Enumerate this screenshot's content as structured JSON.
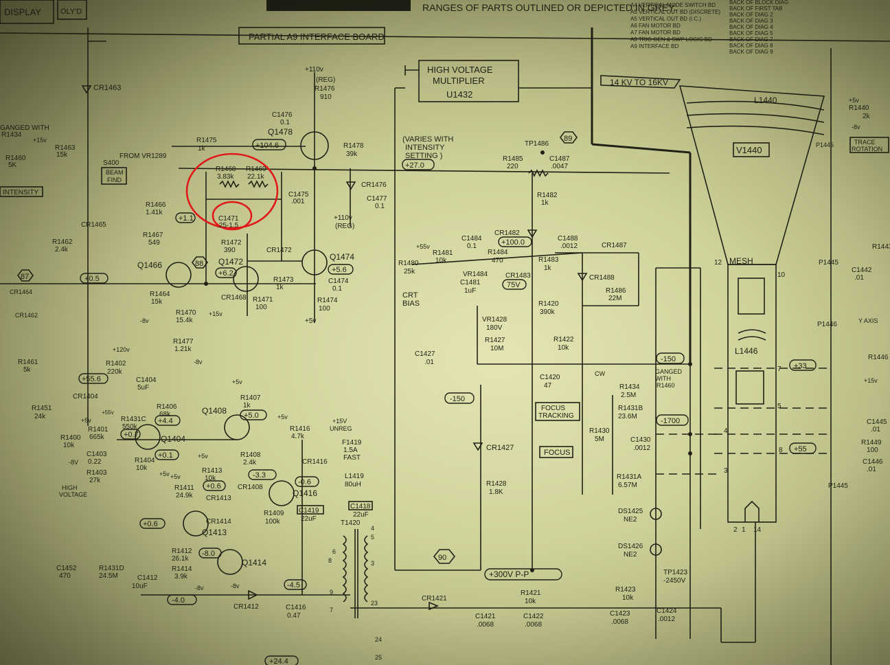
{
  "header": {
    "display": "DISPLAY",
    "olyd": "OLY'D",
    "note": "RANGES OF PARTS OUTLINED OR DEPICTED IN GREY.",
    "board_title": "PARTIAL A9 INTERFACE BOARD",
    "board_list": [
      "A4 VERTICAL MODE SWITCH BD",
      "A5 VERTICAL OUT BD (DISCRETE)",
      "A5 VERTICAL OUT BD (I.C.)",
      "A6 FAN MOTOR BD",
      "A7 FAN MOTOR BD",
      "A8 TRIG GEN & SWP LOGIC BD",
      "A9 INTERFACE BD"
    ],
    "back_list": [
      "BACK OF BLOCK DIAG",
      "BACK OF FIRST TAB",
      "BACK OF DIAG 2",
      "BACK OF DIAG 3",
      "BACK OF DIAG 4",
      "BACK OF DIAG 5",
      "BACK OF DIAG 7",
      "BACK OF DIAG 8",
      "BACK OF DIAG 9"
    ]
  },
  "hv": {
    "title_l1": "HIGH VOLTAGE",
    "title_l2": "MULTIPLIER",
    "ref": "U1432",
    "range": "14 KV TO 16KV"
  },
  "labels": {
    "cr1463": "CR1463",
    "ganged_l1": "GANGED WITH",
    "ganged_l2": "R1434",
    "r1460": "R1460",
    "r1460_val": "5K",
    "r1463": "R1463",
    "r1463_val": "15k",
    "v_15": "+15v",
    "intensity": "INTENSITY",
    "from_vr": "FROM VR1289",
    "s400": "S400",
    "beam": "BEAM",
    "find": "FIND",
    "r1475": "R1475",
    "r1475_val": "1k",
    "r1468": "R1468",
    "r1468_val": "3.83k",
    "r1469": "R1469",
    "r1469_val": "22.1k",
    "c1471": "C1471",
    "c1471_val": ".25-1.5",
    "c1475": "C1475",
    "c1475_val": ".001",
    "cr1465": "CR1465",
    "r1466": "R1466",
    "r1466_val": "1.41k",
    "r1467": "R1467",
    "r1467_val": "549",
    "r1462": "R1462",
    "r1462_val": "2.4k",
    "q1466": "Q1466",
    "b88": "88",
    "v_1_1": "+1.1",
    "r1472": "R1472",
    "r1472_val": "390",
    "q1472": "Q1472",
    "v_6_2": "+6.2",
    "cr1472": "CR1472",
    "q1474": "Q1474",
    "v_5_6": "+5.6",
    "r1473": "R1473",
    "r1473_val": "1k",
    "c1474": "C1474",
    "c1474_val": "0.1",
    "r1474": "R1474",
    "r1474_val": "100",
    "v_5_a": "+5v",
    "cr1468": "CR1468",
    "r1471": "R1471",
    "r1471_val": "100",
    "v_15b": "+15v",
    "b87": "87",
    "v_0_5": "+0.5",
    "cr1464": "CR1464",
    "r1464": "R1464",
    "r1464_val": "15k",
    "v_m8": "-8v",
    "r1470": "R1470",
    "r1470_val": "15.4k",
    "cr1462": "CR1462",
    "r1477": "R1477",
    "r1477_val": "1.21k",
    "v_m8b": "-8v",
    "v_120": "+120v",
    "r1461": "R1461",
    "r1461_val": "5k",
    "v_110": "+110v",
    "r1476": "R1476",
    "r1476_val": "910",
    "c1476": "C1476",
    "c1476_val": "0.1",
    "q1478": "Q1478",
    "v_104_6": "+104.6",
    "r1478": "R1478",
    "r1478_val": "39k",
    "varies_l1": "(VARIES WITH",
    "varies_l2": "INTENSITY",
    "varies_l3": "SETTING )",
    "v_27": "+27.0",
    "cr1476": "CR1476",
    "c1477": "C1477",
    "c1477_val": "0.1",
    "v_110b": "+110v",
    "reg": "(REG)",
    "reg2": "(REG)",
    "tp1486": "TP1486",
    "b89": "89",
    "r1485": "R1485",
    "r1485_val": "220",
    "c1487": "C1487",
    "c1487_val": ".0047",
    "r1482": "R1482",
    "r1482_val": "1k",
    "cr1482": "CR1482",
    "v_100": "+100.0",
    "c1484": "C1484",
    "c1484_val": "0.1",
    "v_55": "+55v",
    "r1481": "R1481",
    "r1481_val": "10k",
    "r1480": "R1480",
    "r1480_val": "25k",
    "vr1484": "VR1484",
    "r1484": "R1484",
    "r1484_val": "470",
    "cr1483": "CR1483",
    "v_75": "75V",
    "c1481": "C1481",
    "c1481_val": "1uF",
    "crt": "CRT",
    "bias": "BIAS",
    "c1488": "C1488",
    "c1488_val": ".0012",
    "r1483": "R1483",
    "r1483_val": "1k",
    "cr1487": "CR1487",
    "cr1488": "CR1488",
    "r1486": "R1486",
    "r1486_val": "22M",
    "r1420": "R1420",
    "r1420_val": "390k",
    "vr1428": "VR1428",
    "vr1428_val": "180V",
    "r1427": "R1427",
    "r1427_val": "10M",
    "r1422": "R1422",
    "r1422_val": "10k",
    "c1427": "C1427",
    "c1427_val": ".01",
    "c1420": "C1420",
    "c1420_val": "47",
    "v_m150a": "-150",
    "v_m150b": "-150",
    "cr1427": "CR1427",
    "r1428": "R1428",
    "r1428_val": "1.8K",
    "b90": "90",
    "v_300": "+300V P-P",
    "cw": "CW",
    "ganged2_l1": "GANGED",
    "ganged2_l2": "WITH",
    "ganged2_l3": "R1460",
    "r1434": "R1434",
    "r1434_val": "2.5M",
    "focus_tracking_l1": "FOCUS",
    "focus_tracking_l2": "TRACKING",
    "r1431b": "R1431B",
    "r1431b_val": "23.6M",
    "r1430": "R1430",
    "r1430_val": "5M",
    "c1430": "C1430",
    "c1430_val": ".0012",
    "focus": "FOCUS",
    "r1431a": "R1431A",
    "r1431a_val": "6.57M",
    "v_m1700": "-1700",
    "ds1425": "DS1425",
    "ne2a": "NE2",
    "ds1426": "DS1426",
    "ne2b": "NE2",
    "tp1423": "TP1423",
    "tp1423_val": "-2450V",
    "r1423": "R1423",
    "r1423_val": "10k",
    "r1421": "R1421",
    "r1421_val": "10k",
    "cr1421": "CR1421",
    "c1421": "C1421",
    "c1421_val": ".0068",
    "c1422": "C1422",
    "c1422_val": ".0068",
    "c1423": "C1423",
    "c1423_val": ".0068",
    "c1424": "C1424",
    "c1424_val": ".0012",
    "l1440": "L1440",
    "v1440": "V1440",
    "mesh": "MESH",
    "pin12": "12",
    "pin10": "10",
    "pin7": "7",
    "pin5": "5",
    "pin4": "4",
    "pin8": "8",
    "pin3": "3",
    "pin2": "2",
    "pin1": "1",
    "pin14": "14",
    "l1446": "L1446",
    "v_33": "+33",
    "v_55b": "+55",
    "r1440": "R1440",
    "r1440_val": "2k",
    "v_5r": "+5v",
    "v_m8r": "-8v",
    "trace_l1": "TRACE",
    "trace_l2": "ROTATION",
    "p1445": "P1445",
    "p1446": "P1446",
    "p1445b": "P1445",
    "c1442": "C1442",
    "c1442_val": ".01",
    "y_axis": "Y AXIS",
    "r1446": "R1446",
    "v_15r": "+15v",
    "c1445": "C1445",
    "c1445_val": ".01",
    "r1449": "R1449",
    "r1449_val": "100",
    "c1446": "C1446",
    "c1446_val": ".01",
    "r1443": "R1443",
    "r1402": "R1402",
    "r1402_val": "220k",
    "v_55_6": "+55.6",
    "c1404": "C1404",
    "c1404_val": "5uF",
    "v_55c": "+55v",
    "cr1404": "CR1404",
    "r1451": "R1451",
    "r1451_val": "24k",
    "r1406": "R1406",
    "r1406_val": "68k",
    "v_4_4": "+4.4",
    "r1431c": "R1431C",
    "r1431c_val": "550k",
    "v_0_7": "+0.7",
    "r1401": "R1401",
    "r1401_val": "665k",
    "r1400": "R1400",
    "r1400_val": "10k",
    "v_5b": "+5v",
    "v_m8c": "-8V",
    "c1403": "C1403",
    "c1403_val": "0.22",
    "r1403": "R1403",
    "r1403_val": "27k",
    "high_l1": "HIGH",
    "high_l2": "VOLTAGE",
    "q1404": "Q1404",
    "r1404": "R1404",
    "r1404_val": "10k",
    "v_0_1": "+0.1",
    "v_5c": "+5v",
    "r1407": "R1407",
    "r1407_val": "1k",
    "q1408": "Q1408",
    "v_5_0": "+5.0",
    "r1408": "R1408",
    "r1408_val": "2.4k",
    "v_m3_3": "-3.3",
    "v_5d": "+5v",
    "r1416": "R1416",
    "r1416_val": "4.7k",
    "cr1416": "CR1416",
    "v_m0_6": "-0.6",
    "q1416": "Q1416",
    "cr1408": "CR1408",
    "r1409": "R1409",
    "r1409_val": "100k",
    "r1413": "R1413",
    "r1413_val": "10k",
    "v_0_6": "+0.6",
    "cr1413": "CR1413",
    "v_5e": "+5v",
    "v_5f": "+5v",
    "r1411": "R1411",
    "r1411_val": "24.9k",
    "v_0_6b": "+0.6",
    "q1413": "Q1413",
    "cr1414": "CR1414",
    "v_m8_0": "-8.0",
    "q1414": "Q1414",
    "r1412": "R1412",
    "r1412_val": "26.1k",
    "r1414": "R1414",
    "r1414_val": "3.9k",
    "v_m8d": "-8v",
    "v_m8e": "-8v",
    "c1452": "C1452",
    "c1452_val": "470",
    "r1431d": "R1431D",
    "r1431d_val": "24.5M",
    "c1412": "C1412",
    "c1412_val": "10uF",
    "v_m4_0": "-4.0",
    "cr1412": "CR1412",
    "v_m4_5": "-4.5",
    "c1416": "C1416",
    "c1416_val": "0.47",
    "v_15c": "+15V",
    "unreg": "UNREG",
    "f1419": "F1419",
    "f1419_val": "1.5A",
    "fast": "FAST",
    "l1419": "L1419",
    "l1419_val": "80uH",
    "c1419": "C1419",
    "c1419_val": "22uF",
    "c1418": "C1418",
    "c1418_val": "22uF",
    "t1420": "T1420",
    "pin_6": "6",
    "pin_8": "8",
    "pin_9": "9",
    "pin_7": "7",
    "pin_3": "3",
    "pin_23": "23",
    "pin_4": "4",
    "pin_5": "5",
    "pin_24": "24",
    "pin_25": "25",
    "v_24_4": "+24.4"
  }
}
